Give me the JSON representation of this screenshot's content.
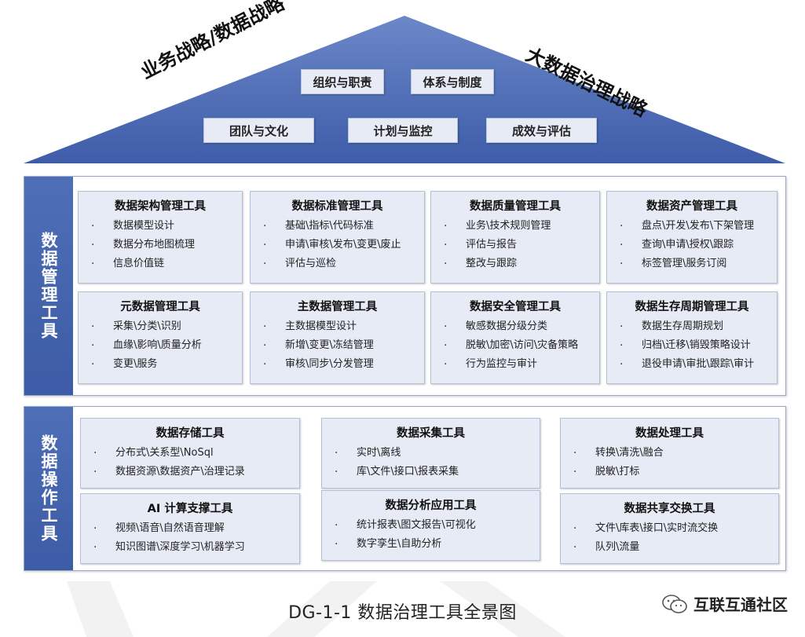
{
  "roof": {
    "slogan_left": "业务战略/数据战略",
    "slogan_right": "大数据治理战略",
    "boxes": [
      "组织与职责",
      "体系与制度",
      "团队与文化",
      "计划与监控",
      "成效与评估"
    ]
  },
  "management": {
    "label": "数据管理工具",
    "cards": [
      {
        "title": "数据架构管理工具",
        "items": [
          "数据模型设计",
          "数据分布地图梳理",
          "信息价值链"
        ]
      },
      {
        "title": "数据标准管理工具",
        "items": [
          "基础\\指标\\代码标准",
          "申请\\审核\\发布\\变更\\废止",
          "评估与巡检"
        ]
      },
      {
        "title": "数据质量管理工具",
        "items": [
          "业务\\技术规则管理",
          "评估与报告",
          "整改与跟踪"
        ]
      },
      {
        "title": "数据资产管理工具",
        "items": [
          "盘点\\开发\\发布\\下架管理",
          "查询\\申请\\授权\\跟踪",
          "标签管理\\服务订阅"
        ]
      },
      {
        "title": "元数据管理工具",
        "items": [
          "采集\\分类\\识别",
          "血缘\\影响\\质量分析",
          "变更\\服务"
        ]
      },
      {
        "title": "主数据管理工具",
        "items": [
          "主数据模型设计",
          "新增\\变更\\冻结管理",
          "审核\\同步\\分发管理"
        ]
      },
      {
        "title": "数据安全管理工具",
        "items": [
          "敏感数据分级分类",
          "脱敏\\加密\\访问\\灾备策略",
          "行为监控与审计"
        ]
      },
      {
        "title": "数据生存周期管理工具",
        "items": [
          "数据生存周期规划",
          "归档\\迁移\\销毁策略设计",
          "退役申请\\审批\\跟踪\\审计"
        ]
      }
    ]
  },
  "operation": {
    "label": "数据操作工具",
    "cards": [
      {
        "title": "数据存储工具",
        "items": [
          "分布式\\关系型\\NoSql",
          "数据资源\\数据资产\\治理记录"
        ]
      },
      {
        "title": "数据采集工具",
        "items": [
          "实时\\离线",
          "库\\文件\\接口\\报表采集"
        ]
      },
      {
        "title": "数据处理工具",
        "items": [
          "转换\\清洗\\融合",
          "脱敏\\打标"
        ]
      },
      {
        "title": "AI 计算支撑工具",
        "items": [
          "视频\\语音\\自然语音理解",
          "知识图谱\\深度学习\\机器学习"
        ]
      },
      {
        "title": "数据分析应用工具",
        "items": [
          "统计报表\\图文报告\\可视化",
          "数字孪生\\自助分析"
        ]
      },
      {
        "title": "数据共享交换工具",
        "items": [
          "文件\\库表\\接口\\实时流交换",
          "队列\\流量"
        ]
      }
    ]
  },
  "caption": "DG-1-1 数据治理工具全景图",
  "watermark": "互联互通社区"
}
